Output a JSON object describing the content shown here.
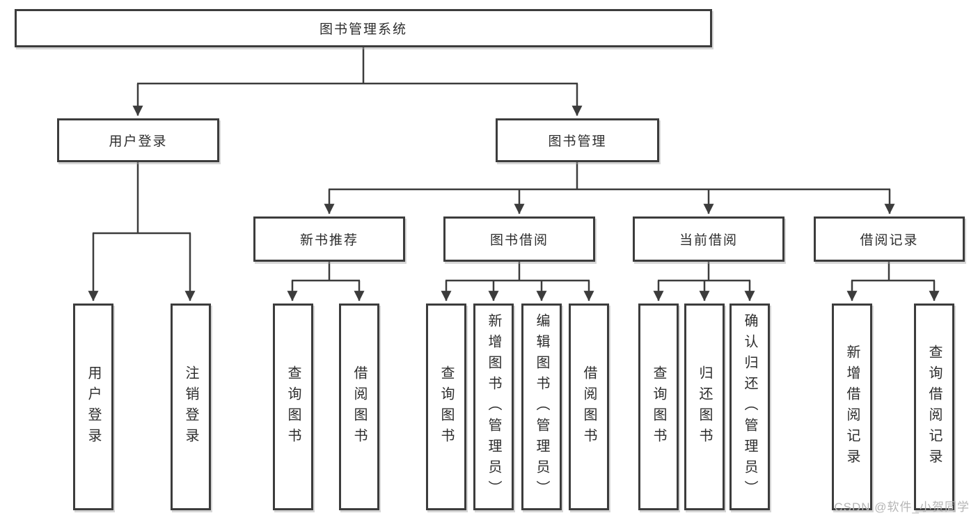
{
  "diagram": {
    "root": {
      "label": "图书管理系统"
    },
    "level2": [
      {
        "label": "用户登录"
      },
      {
        "label": "图书管理"
      }
    ],
    "level3": [
      {
        "label": "新书推荐"
      },
      {
        "label": "图书借阅"
      },
      {
        "label": "当前借阅"
      },
      {
        "label": "借阅记录"
      }
    ],
    "leaves": [
      {
        "label": "用户登录",
        "parent": "用户登录"
      },
      {
        "label": "注销登录",
        "parent": "用户登录"
      },
      {
        "label": "查询图书",
        "parent": "新书推荐"
      },
      {
        "label": "借阅图书",
        "parent": "新书推荐"
      },
      {
        "label": "查询图书",
        "parent": "图书借阅"
      },
      {
        "label": "新增图书（管理员）",
        "parent": "图书借阅"
      },
      {
        "label": "编辑图书（管理员）",
        "parent": "图书借阅"
      },
      {
        "label": "借阅图书",
        "parent": "图书借阅"
      },
      {
        "label": "查询图书",
        "parent": "当前借阅"
      },
      {
        "label": "归还图书",
        "parent": "当前借阅"
      },
      {
        "label": "确认归还（管理员）",
        "parent": "当前借阅"
      },
      {
        "label": "新增借阅记录",
        "parent": "借阅记录"
      },
      {
        "label": "查询借阅记录",
        "parent": "借阅记录"
      }
    ]
  },
  "watermark": {
    "text": "CSDN @软件_小贺同学"
  },
  "colors": {
    "line": "#3c3c3c",
    "border": "#3c3c3c",
    "text": "#2d2d2d",
    "watermark": "#b5b5b5",
    "background": "#ffffff"
  }
}
